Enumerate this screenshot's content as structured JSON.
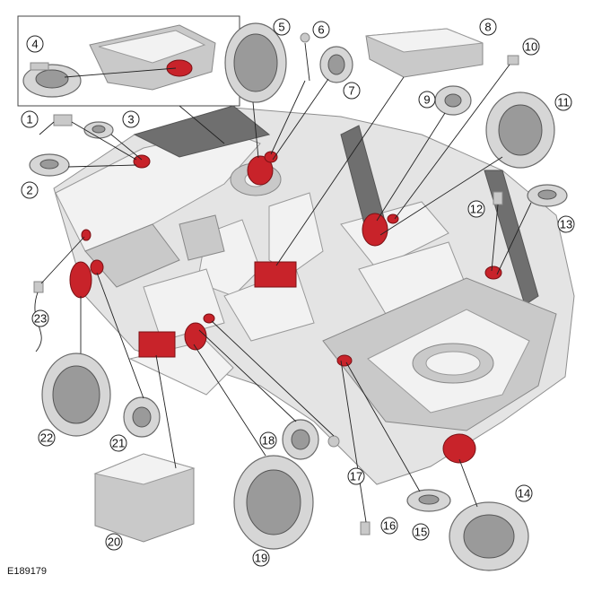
{
  "figure_id": "E189179",
  "callouts": [
    "1",
    "2",
    "3",
    "4",
    "5",
    "6",
    "7",
    "8",
    "9",
    "10",
    "11",
    "12",
    "13",
    "14",
    "15",
    "16",
    "17",
    "18",
    "19",
    "20",
    "21",
    "22",
    "23"
  ]
}
